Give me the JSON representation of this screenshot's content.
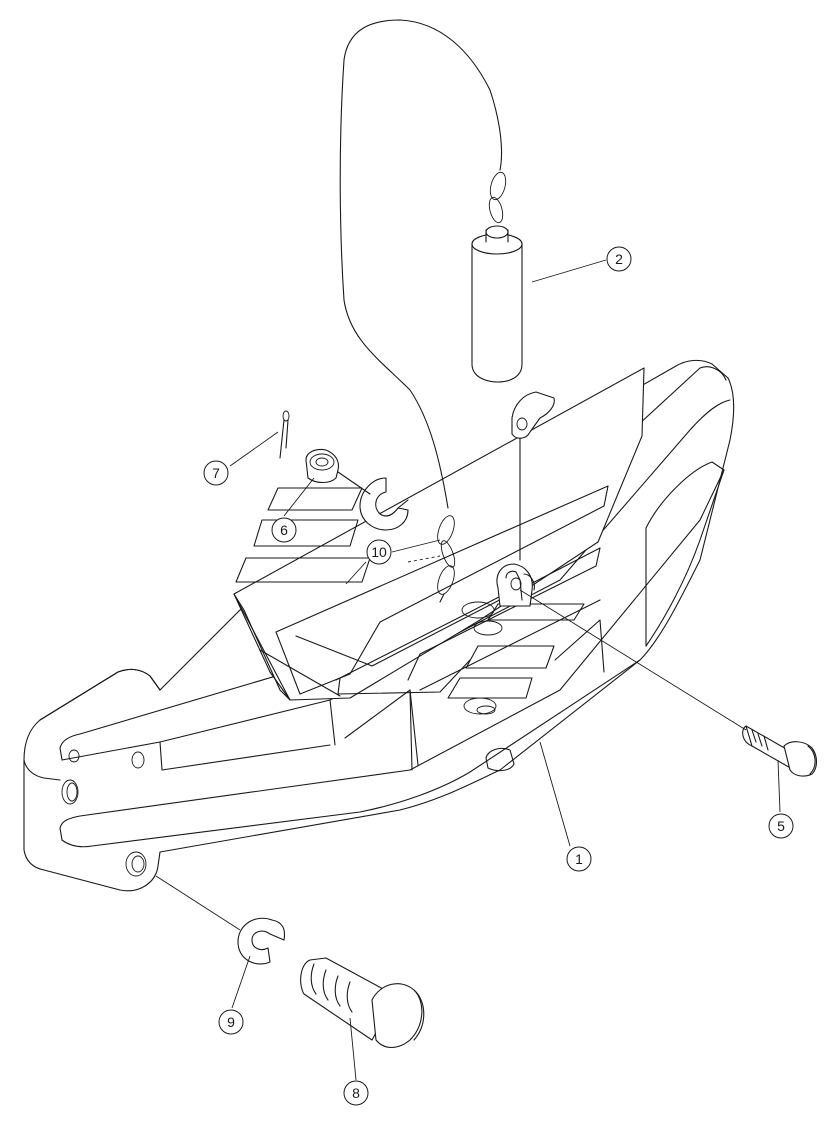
{
  "callouts": [
    {
      "id": "1",
      "label": "1"
    },
    {
      "id": "2",
      "label": "2"
    },
    {
      "id": "5",
      "label": "5"
    },
    {
      "id": "6",
      "label": "6"
    },
    {
      "id": "7",
      "label": "7"
    },
    {
      "id": "8",
      "label": "8"
    },
    {
      "id": "9",
      "label": "9"
    },
    {
      "id": "10",
      "label": "10"
    }
  ],
  "colors": {
    "line": "#1a1a1a",
    "background": "#ffffff"
  }
}
